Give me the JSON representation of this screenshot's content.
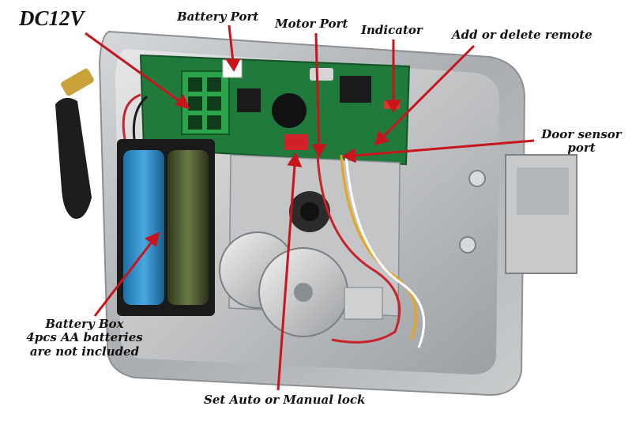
{
  "labels": {
    "dc12v": "DC12V",
    "battery_port": "Battery Port",
    "motor_port": "Motor Port",
    "indicator": "Indicator",
    "add_delete_remote": "Add or delete remote",
    "door_sensor_line1": "Door sensor",
    "door_sensor_line2": "port",
    "battery_box_line1": "Battery Box",
    "battery_box_line2": "4pcs AA batteries",
    "battery_box_line3": "are not included",
    "set_auto_manual": "Set Auto or Manual lock"
  },
  "colors": {
    "arrow": "#c8141b",
    "label_text": "#111111",
    "steel": "#b9bcbe",
    "pcb": "#1f7a3c",
    "battery_blue": "#2a89c8",
    "battery_green": "#4a5a2c"
  }
}
